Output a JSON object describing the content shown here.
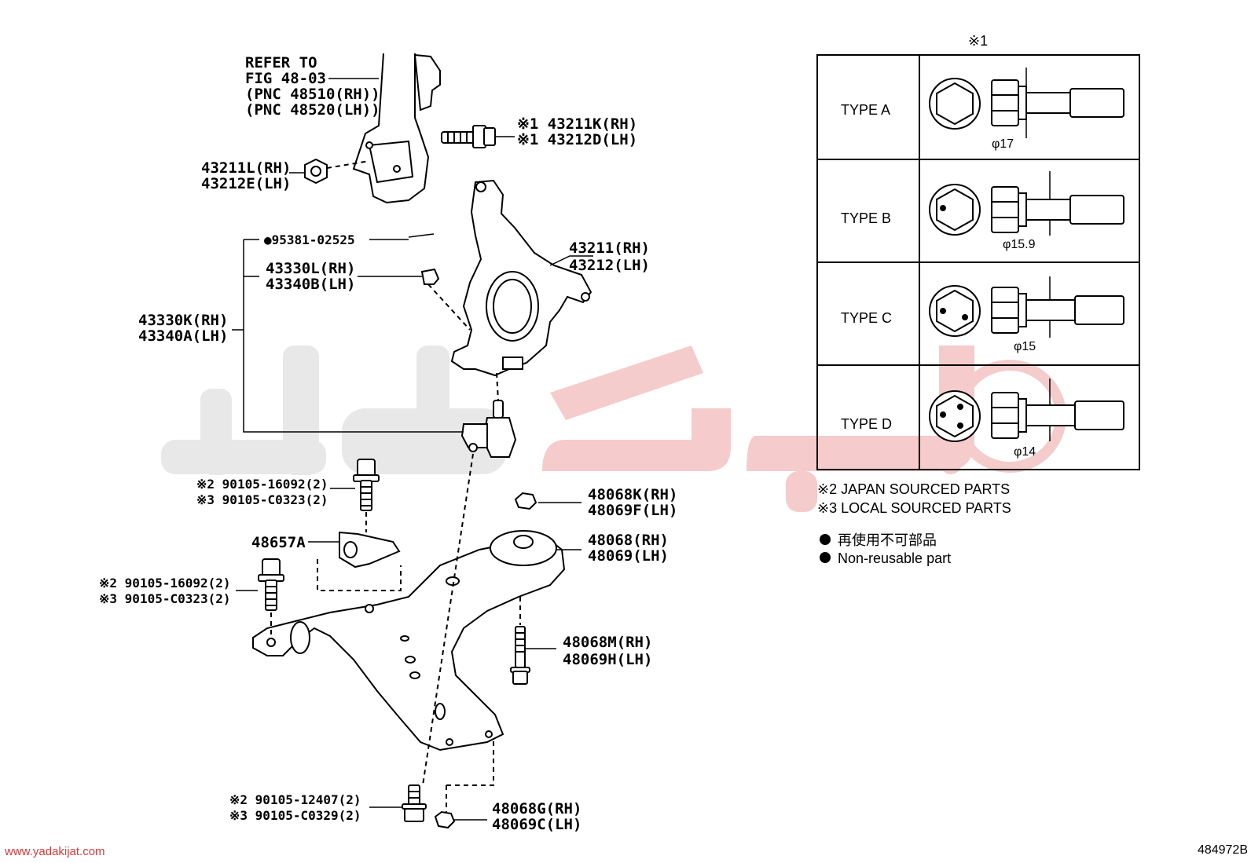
{
  "callouts": {
    "refer": [
      "REFER TO",
      "FIG 48-03",
      "(PNC 48510(RH))",
      "(PNC 48520(LH))"
    ],
    "bolt_top": [
      "※1 43211K(RH)",
      "※1 43212D(LH)"
    ],
    "nut_top": [
      "43211L(RH)",
      "43212E(LH)"
    ],
    "clip": "●95381-02525",
    "dust_cover": [
      "43330L(RH)",
      "43340B(LH)"
    ],
    "knuckle": [
      "43211(RH)",
      "43212(LH)"
    ],
    "ball_joint": [
      "43330K(RH)",
      "43340A(LH)"
    ],
    "bolt_a": [
      "※2 90105-16092(2)",
      "※3 90105-C0323(2)"
    ],
    "nut_b": [
      "48068K(RH)",
      "48069F(LH)"
    ],
    "bracket": "48657A",
    "bushing": [
      "48068(RH)",
      "48069(LH)"
    ],
    "bolt_c": [
      "※2 90105-16092(2)",
      "※3 90105-C0323(2)"
    ],
    "bolt_d": [
      "48068M(RH)",
      "48069H(LH)"
    ],
    "bolt_e": [
      "※2 90105-12407(2)",
      "※3 90105-C0329(2)"
    ],
    "nut_e": [
      "48068G(RH)",
      "48069C(LH)"
    ]
  },
  "types_table": {
    "header": "※1",
    "rows": [
      {
        "label": "TYPE A",
        "dim": "φ17"
      },
      {
        "label": "TYPE B",
        "dim": "φ15.9"
      },
      {
        "label": "TYPE C",
        "dim": "φ15"
      },
      {
        "label": "TYPE D",
        "dim": "φ14"
      }
    ]
  },
  "notes": {
    "japan": "※2 JAPAN SOURCED PARTS",
    "local": "※3 LOCAL SOURCED PARTS",
    "nonreuse_jp": "再使用不可部品",
    "nonreuse_en": "Non-reusable part"
  },
  "watermark": {
    "url": "www.yadakijat.com",
    "color": "#d83a3a"
  },
  "figure_code": "484972B"
}
